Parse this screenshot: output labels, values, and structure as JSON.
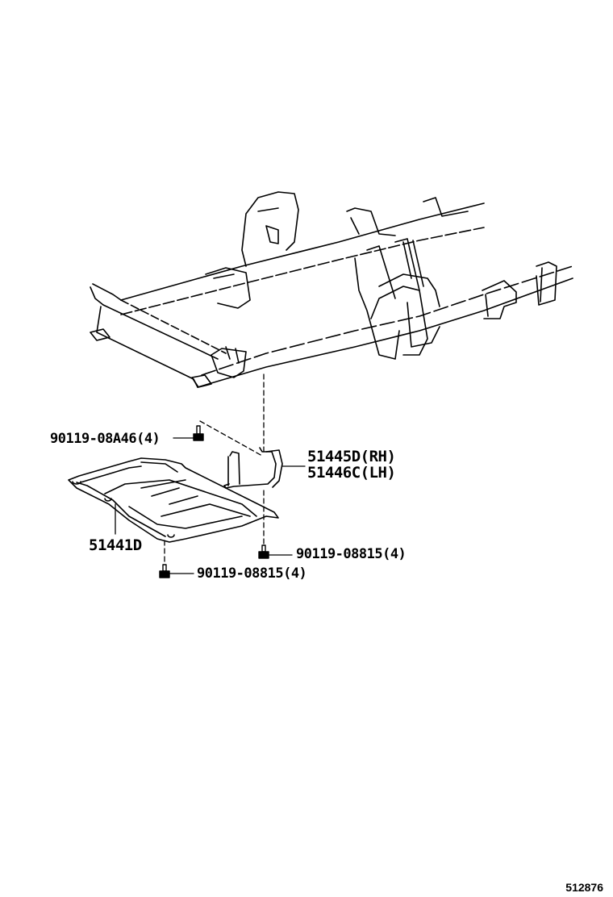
{
  "diagram": {
    "type": "exploded parts diagram",
    "subject": "Frame with engine under cover (skid plate) and brackets",
    "illustration_code": "512876",
    "callouts": [
      {
        "id": "bolt_upper",
        "part_number": "90119-08A46",
        "qty": "(4)",
        "label": "90119-08A46(4)"
      },
      {
        "id": "bracket_rh",
        "part_number": "51445D",
        "side": "(RH)",
        "label": "51445D(RH)"
      },
      {
        "id": "bracket_lh",
        "part_number": "51446C",
        "side": "(LH)",
        "label": "51446C(LH)"
      },
      {
        "id": "cover",
        "part_number": "51441D",
        "label": "51441D"
      },
      {
        "id": "bolt_right",
        "part_number": "90119-08815",
        "qty": "(4)",
        "label": "90119-08815(4)"
      },
      {
        "id": "bolt_lower",
        "part_number": "90119-08815",
        "qty": "(4)",
        "label": "90119-08815(4)"
      }
    ]
  }
}
